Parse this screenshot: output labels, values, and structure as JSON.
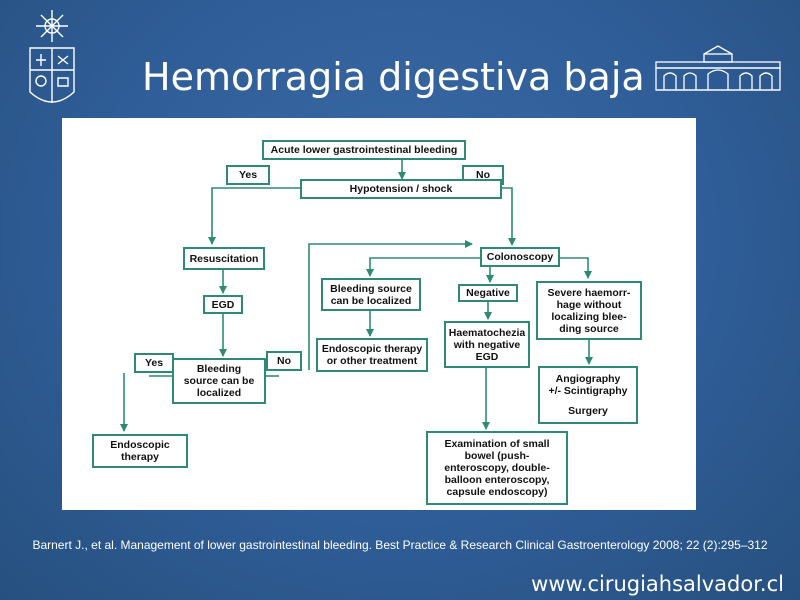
{
  "slide": {
    "title": "Hemorragia digestiva baja",
    "citation": "Barnert J., et al. Management of lower gastrointestinal bleeding. Best Practice & Research Clinical Gastroenterology 2008; 22 (2):295–312",
    "website": "www.cirugiahsalvador.cl"
  },
  "flowchart": {
    "acute": "Acute lower gastrointestinal bleeding",
    "yes_top": "Yes",
    "no_top": "No",
    "hypotension": "Hypotension / shock",
    "resuscitation": "Resuscitation",
    "colonoscopy": "Colonoscopy",
    "egd": "EGD",
    "bleeding_localized_col": [
      "Bleeding source",
      "can be localized"
    ],
    "negative": "Negative",
    "severe": [
      "Severe haemorr-",
      "hage without",
      "localizing blee-",
      "ding source"
    ],
    "endo_other": [
      "Endoscopic therapy",
      "or other treatment"
    ],
    "haematochezia": [
      "Haematochezia",
      "with negative",
      "EGD"
    ],
    "yes_left": "Yes",
    "no_left": "No",
    "bleeding_source_egd": [
      "Bleeding",
      "source can be",
      "localized"
    ],
    "angiography": [
      "Angiography",
      "+/- Scintigraphy",
      "",
      "Surgery"
    ],
    "endo_therapy": [
      "Endoscopic",
      "therapy"
    ],
    "small_bowel": [
      "Examination of small",
      "bowel (push-",
      "enteroscopy, double-",
      "balloon enteroscopy,",
      "capsule endoscopy)"
    ]
  },
  "colors": {
    "background": "#2f5d97",
    "node_border": "#2e8a76",
    "arrow": "#2e8a76"
  }
}
